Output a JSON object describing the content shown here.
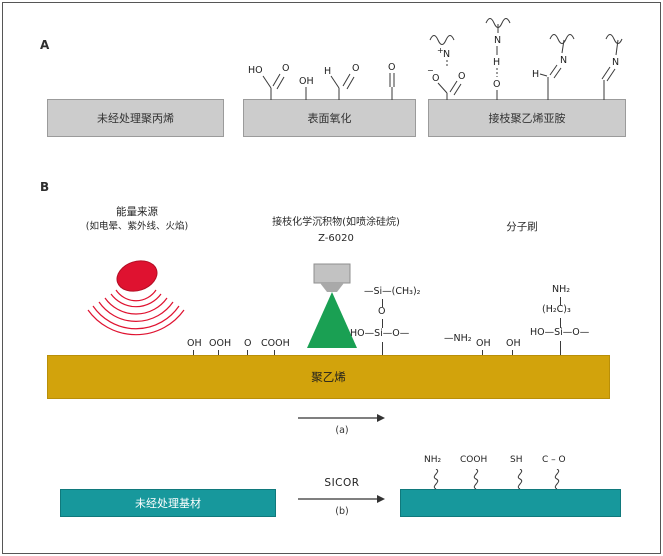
{
  "colors": {
    "gray_box": "#cccccc",
    "yellow_box": "#d2a30c",
    "teal_box": "#17989c",
    "red_source": "#df1230",
    "green_cone": "#1aa053",
    "bond": "#3a3a3a"
  },
  "panelA": {
    "label": "A",
    "untreated_label": "未经处理聚丙烯",
    "oxidized_label": "表面氧化",
    "grafted_label": "接枝聚乙烯亚胺",
    "oxidized_groups": {
      "carboxyl_ho": "HO",
      "carboxyl_o": "O",
      "hydroxyl": "OH",
      "aldehyde_h": "H",
      "aldehyde_o": "O",
      "ketone_o": "O"
    },
    "grafted_groups": {
      "ammonium_plus": "+",
      "ammonium_n": "N",
      "carboxylate_minus": "−",
      "carboxylate_o_left": "O",
      "carboxylate_o_right": "O",
      "hbond_n": "N",
      "hbond_h": "H",
      "hbond_o": "O",
      "imine_h": "H",
      "imine_n": "N",
      "imine2_n": "N"
    }
  },
  "panelB": {
    "label": "B",
    "energy_title": "能量来源",
    "energy_subtitle": "(如电晕、紫外线、火焰)",
    "deposition_title": "接枝化学沉积物(如喷涂硅烷)",
    "deposition_code": "Z-6020",
    "brush_label": "分子刷",
    "surface_groups": [
      "OH",
      "OOH",
      "O",
      "COOH"
    ],
    "right_groups": [
      "OH",
      "OH"
    ],
    "amine_label": "—NH₂",
    "silane_left": [
      "—Si—(CH₃)₂",
      "O",
      "HO—Si—O—"
    ],
    "silane_right": [
      "NH₂",
      "(H₂C)₃",
      "HO—Si—O—"
    ],
    "substrate_label": "聚乙烯",
    "step_label": "(a)"
  },
  "panelC": {
    "untreated_label": "未经处理基材",
    "process_label": "SICOR",
    "step_label": "(b)",
    "functional_groups": [
      "NH₂",
      "COOH",
      "SH",
      "C – O"
    ]
  }
}
